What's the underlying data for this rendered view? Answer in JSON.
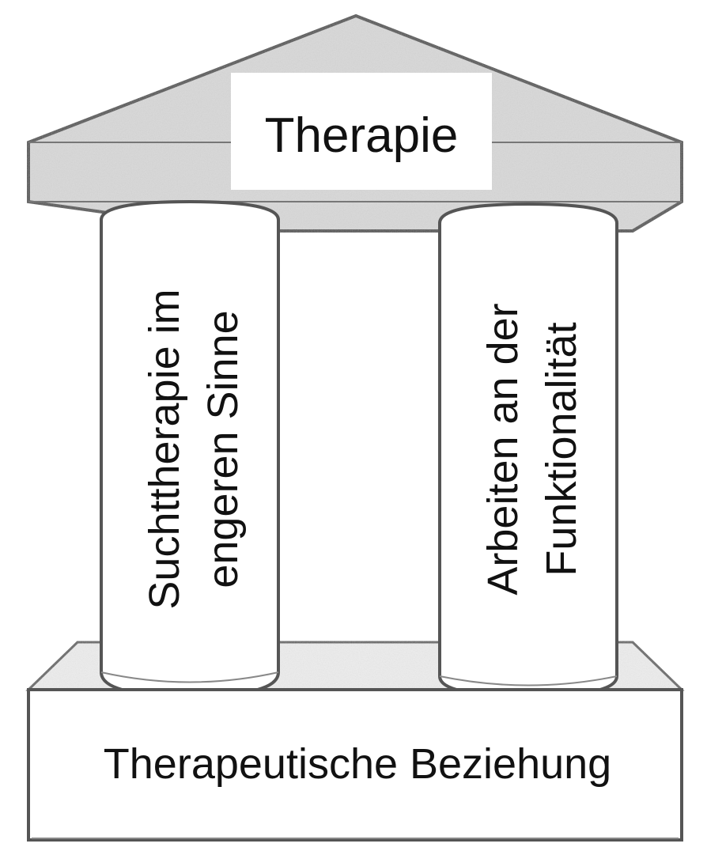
{
  "diagram": {
    "roof_label": "Therapie",
    "left_pillar": {
      "line1": "Suchttherapie im",
      "line2": "engeren Sinne"
    },
    "right_pillar": {
      "line1": "Arbeiten an der",
      "line2": "Funktionalität"
    },
    "foundation_label": "Therapeutische Beziehung"
  },
  "colors": {
    "roof_fill": "#d9d9d9",
    "outline": "#555555",
    "pillar_fill": "#ffffff",
    "label_box": "#ffffff",
    "text": "#111111"
  }
}
